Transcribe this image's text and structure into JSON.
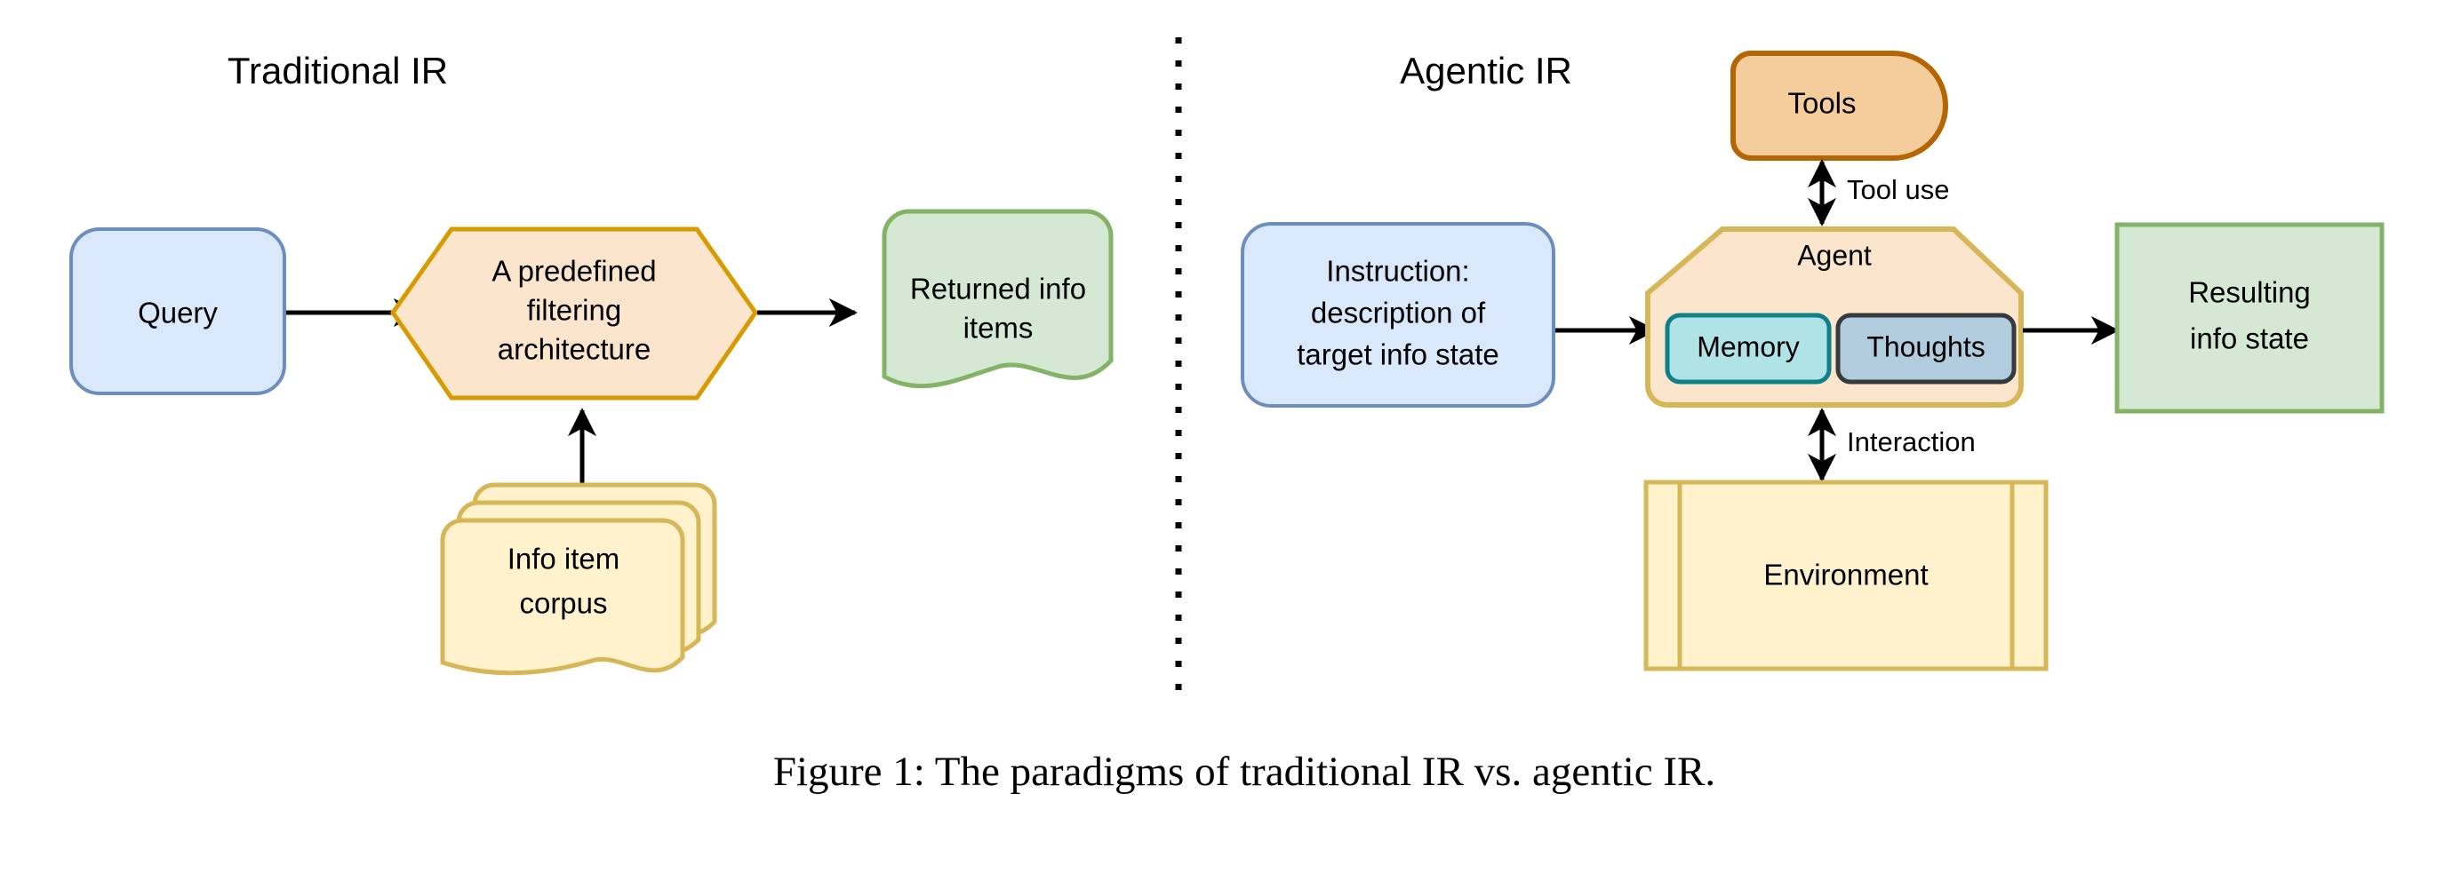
{
  "figure": {
    "caption": "Figure 1: The paradigms of traditional IR vs. agentic IR.",
    "background": "#ffffff"
  },
  "panels": {
    "left": {
      "title": "Traditional IR",
      "nodes": {
        "query": {
          "label": "Query",
          "fill": "#dae8fc",
          "stroke": "#6c8ebf",
          "shape": "rounded-rect"
        },
        "filter": {
          "label_line1": "A predefined",
          "label_line2": "filtering",
          "label_line3": "architecture",
          "fill": "#fce5cd",
          "stroke": "#d79b00",
          "shape": "hexagon"
        },
        "returned": {
          "label_line1": "Returned info",
          "label_line2": "items",
          "fill": "#d5e8d4",
          "stroke": "#82b366",
          "shape": "document"
        },
        "corpus": {
          "label_line1": "Info item",
          "label_line2": "corpus",
          "fill": "#fff2cc",
          "stroke": "#d6b656",
          "shape": "document-stack"
        }
      }
    },
    "right": {
      "title": "Agentic IR",
      "nodes": {
        "tools": {
          "label": "Tools",
          "fill": "#f5cc9c",
          "stroke": "#b46504",
          "shape": "delay"
        },
        "instruction": {
          "label_line1": "Instruction:",
          "label_line2": "description of",
          "label_line3": "target info state",
          "fill": "#dae8fc",
          "stroke": "#6c8ebf",
          "shape": "rounded-rect"
        },
        "agent": {
          "label": "Agent",
          "fill": "#fce5cd",
          "stroke": "#d6b656",
          "shape": "chamfered-rounded",
          "children": [
            {
              "label": "Memory",
              "fill": "#b0e3e6",
              "stroke": "#0e8088"
            },
            {
              "label": "Thoughts",
              "fill": "#b1ccdd",
              "stroke": "#36393d"
            }
          ]
        },
        "environment": {
          "label": "Environment",
          "fill": "#fff2cc",
          "stroke": "#d6b656",
          "shape": "process"
        },
        "result": {
          "label_line1": "Resulting",
          "label_line2": "info state",
          "fill": "#d5e8d4",
          "stroke": "#82b366",
          "shape": "rect"
        }
      }
    }
  },
  "edges": {
    "tool_use": {
      "label": "Tool use",
      "style": "double-arrow"
    },
    "interaction": {
      "label": "Interaction",
      "style": "double-arrow"
    },
    "query_to_filter": {
      "label": "",
      "style": "arrow"
    },
    "filter_to_returned": {
      "label": "",
      "style": "arrow"
    },
    "corpus_to_filter": {
      "label": "",
      "style": "arrow"
    },
    "instruction_to_agent": {
      "label": "",
      "style": "arrow"
    },
    "agent_to_result": {
      "label": "",
      "style": "arrow"
    }
  },
  "divider": {
    "style": "vertical-dotted",
    "color": "#000000"
  }
}
